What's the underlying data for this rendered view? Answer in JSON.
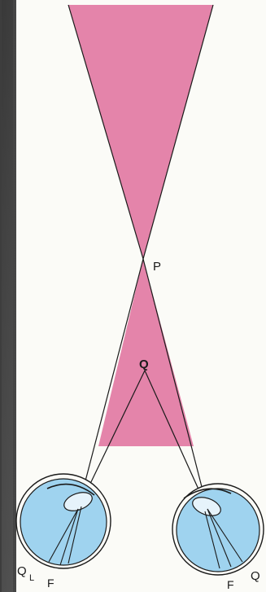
{
  "figure": {
    "labels": {
      "P": "P",
      "Q": "Q",
      "QL": "Q",
      "QL_sub": "L",
      "F_left": "F",
      "F_right": "F",
      "QR": "Q"
    }
  },
  "colors": {
    "field": "#e27aa3",
    "eye_fill": "#9fd3ef",
    "lens": "#e6f3fb",
    "line": "#1a1a1a",
    "paper": "#fbfbf7",
    "backdrop": "#4a4a4a"
  }
}
